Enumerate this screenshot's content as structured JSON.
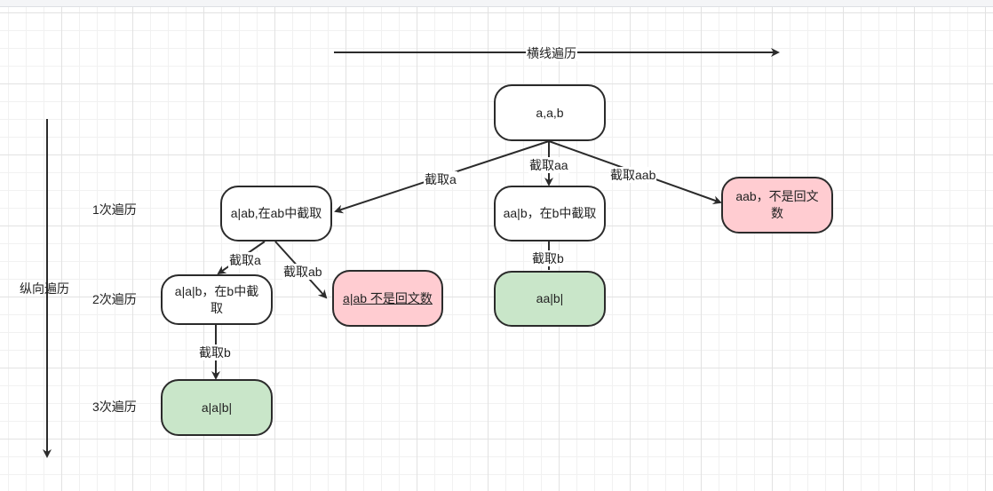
{
  "axes": {
    "horizontal_label": "横线遍历",
    "vertical_label": "纵向遍历"
  },
  "levels": [
    "1次遍历",
    "2次遍历",
    "3次遍历"
  ],
  "nodes": {
    "root": "a,a,b",
    "l1_a": "a|ab,在ab中截取",
    "l1_aa": "aa|b，在b中截取",
    "l1_aab": "aab，不是回文数",
    "l2_a": "a|a|b，在b中截取",
    "l2_ab": "a|ab 不是回文数",
    "l2_b": "aa|b|",
    "l3_b": "a|a|b|"
  },
  "edges": {
    "root_to_a": "截取a",
    "root_to_aa": "截取aa",
    "root_to_aab": "截取aab",
    "l1a_to_a": "截取a",
    "l1a_to_ab": "截取ab",
    "l1aa_to_b": "截取b",
    "l2a_to_b": "截取b"
  },
  "colors": {
    "stroke": "#2b2b2b",
    "pink": "#ffccd1",
    "green": "#c9e6c9",
    "white": "#ffffff"
  }
}
